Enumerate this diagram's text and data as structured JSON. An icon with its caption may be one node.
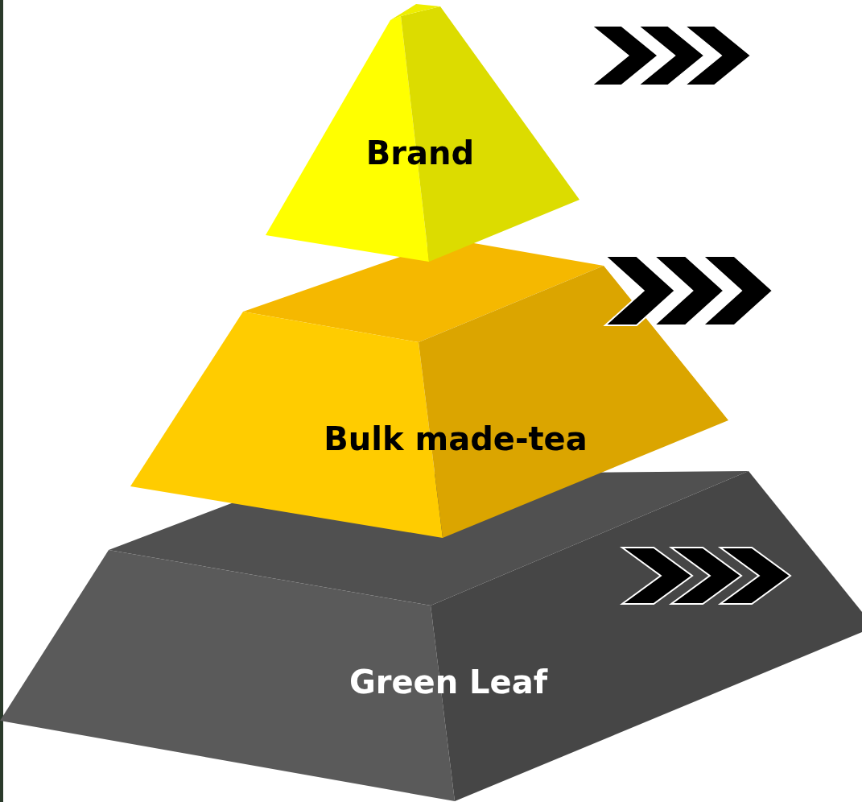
{
  "diagram": {
    "nodes": [
      {
        "text": [
          "Brand"
        ]
      },
      {
        "text": [
          "Bulk made-tea"
        ]
      },
      {
        "text": [
          "Green Leaf"
        ]
      }
    ]
  }
}
